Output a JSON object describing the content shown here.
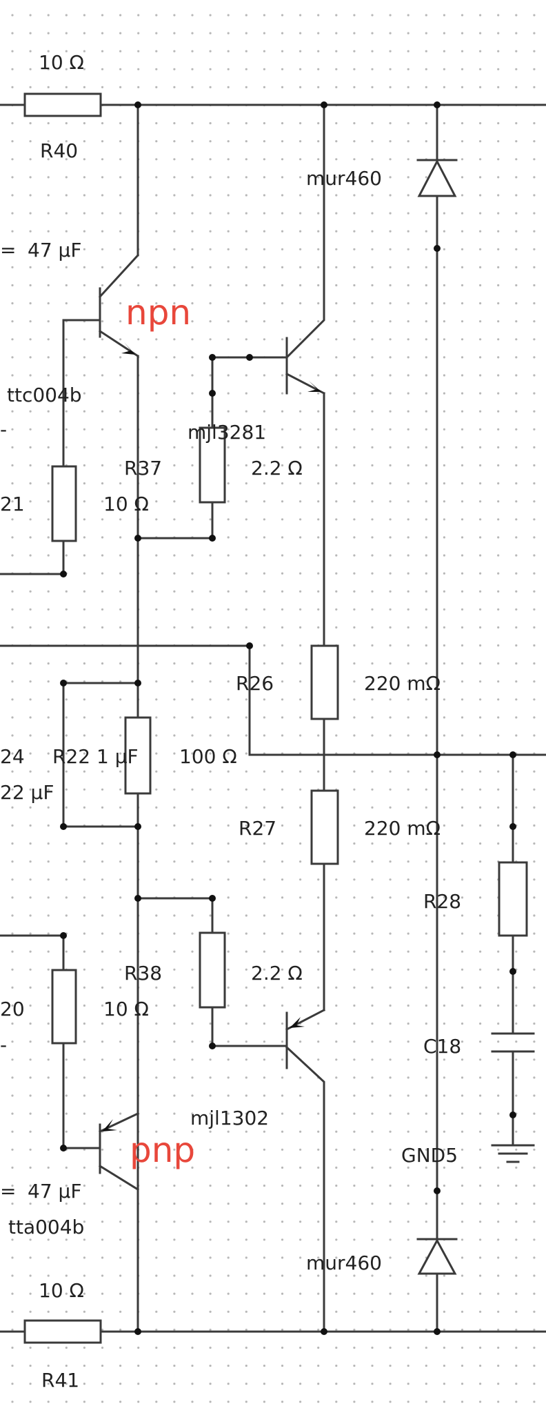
{
  "labels": {
    "r40_name": "R40",
    "r40_value": "10 Ω",
    "r41_name": "R41",
    "r41_value": "10 Ω",
    "c_top_value": "47 μF",
    "c_bottom_value": "47 μF",
    "cap_left_fragment": "=",
    "npn_tag": "npn",
    "pnp_tag": "pnp",
    "q_driver_top": "ttc004b",
    "q_driver_bottom": "tta004b",
    "q_out_top": "mjl3281",
    "q_out_bottom": "mjl1302",
    "r37_name": "R37",
    "r37_value": "10 Ω",
    "r38_name": "R38",
    "r38_value": "10 Ω",
    "r_out_top_value": "2.2 Ω",
    "r_out_bottom_value": "2.2 Ω",
    "r26_name": "R26",
    "r26_value": "220 mΩ",
    "r27_name": "R27",
    "r27_value": "220 mΩ",
    "r28_name": "R28",
    "c18_name": "C18",
    "gnd_name": "GND5",
    "diode_top": "mur460",
    "diode_bottom": "mur460",
    "r_bias_value": "100 Ω",
    "r22_label": "R22",
    "c_bias_value": "1 μF",
    "frag_21": "21",
    "frag_20": "20",
    "frag_24": "24",
    "frag_22uf": "22 μF",
    "dash": "-"
  }
}
